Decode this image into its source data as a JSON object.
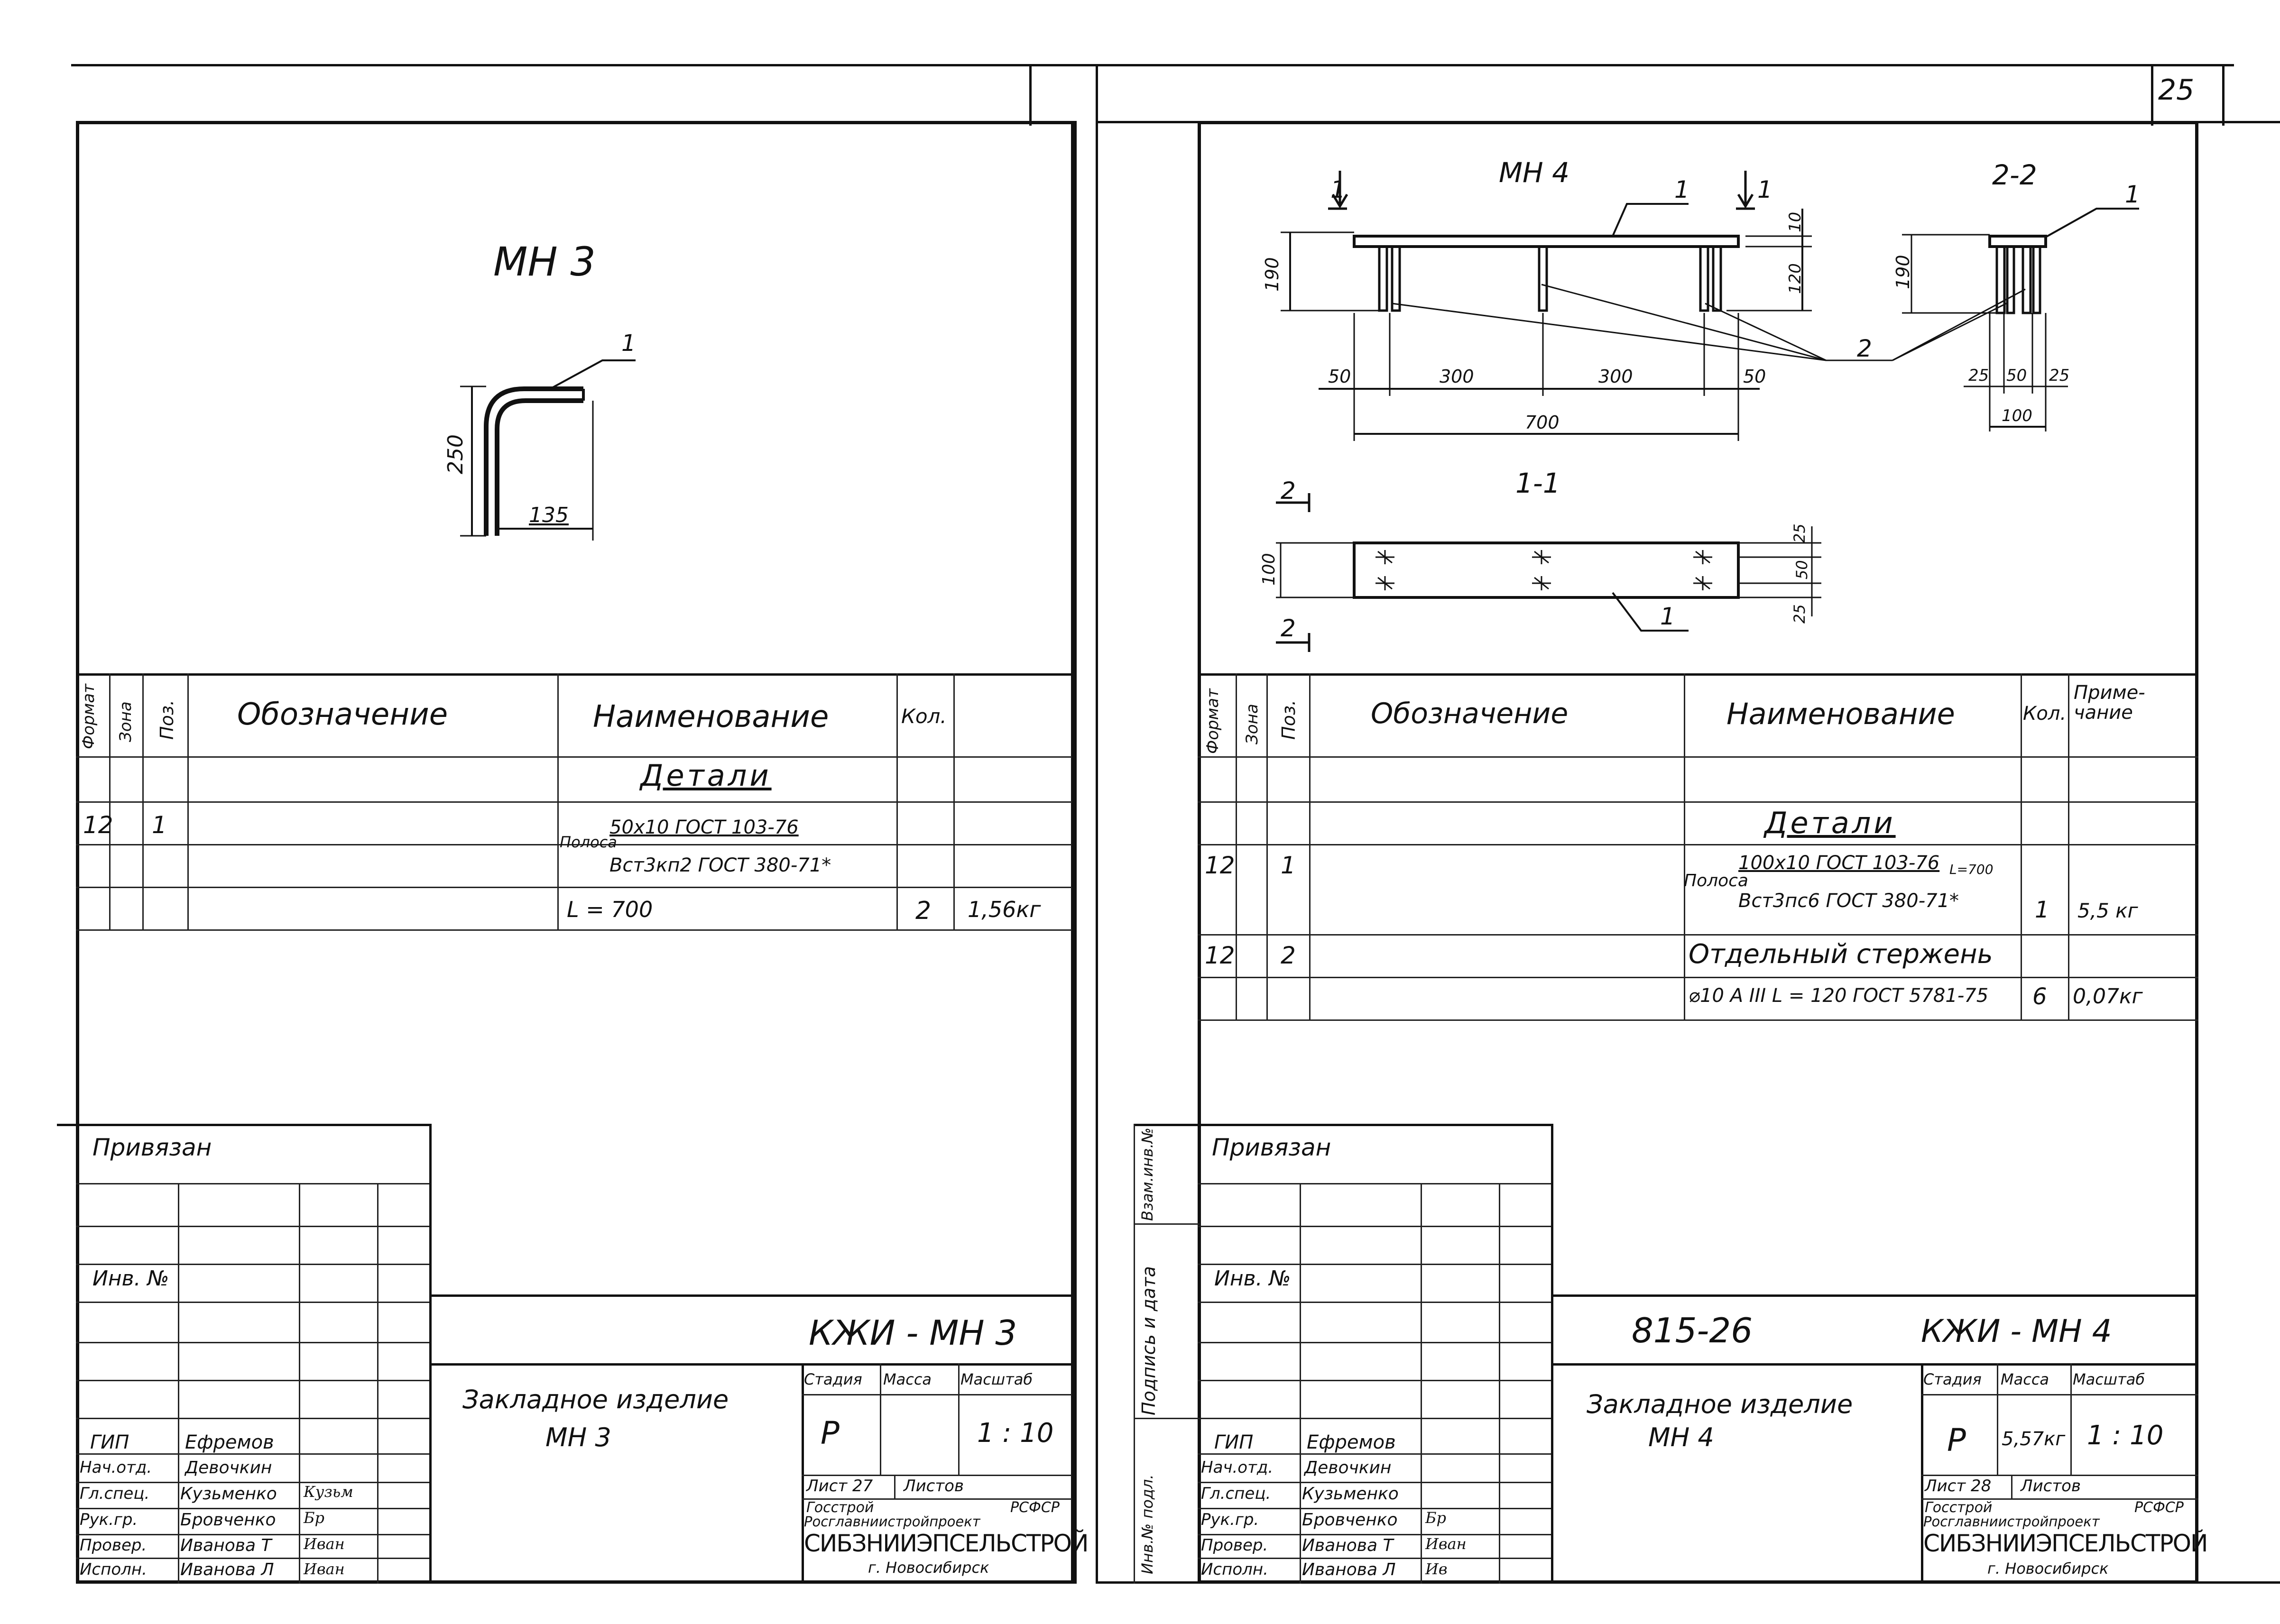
{
  "sheet_number": "25",
  "left": {
    "part_name": "МН 3",
    "drawing": {
      "pos": "1",
      "dim_height": "250",
      "dim_width": "135"
    },
    "spec": {
      "headers": {
        "format": "Формат",
        "zone": "Зона",
        "pos": "Поз.",
        "designation": "Обозначение",
        "name": "Наименование",
        "qty": "Кол."
      },
      "section": "Детали",
      "row": {
        "format": "12",
        "pos": "1",
        "name_prefix": "Полоса",
        "name_top": "50x10 ГОСТ 103-76",
        "name_bottom": "Вст3кп2 ГОСТ 380-71*",
        "length": "L = 700",
        "qty": "2",
        "mass": "1,56кг"
      }
    },
    "stamp": {
      "privyazan": "Привязан",
      "inv_no": "Инв. №",
      "code": "КЖИ - МН 3",
      "title_line1": "Закладное изделие",
      "title_line2": "МН 3",
      "stage_h": "Стадия",
      "mass_h": "Масса",
      "scale_h": "Масштаб",
      "stage": "Р",
      "mass": "",
      "scale": "1 : 10",
      "sheet": "Лист 27",
      "sheets": "Листов",
      "org1": "Госстрой",
      "org2": "РСФСР",
      "org3": "Росглавниистройпроект",
      "org4": "СИБЗНИИЭПСЕЛЬСТРОЙ",
      "org5": "г. Новосибирск",
      "staff": [
        {
          "role": "ГИП",
          "name": "Ефремов",
          "sign": ""
        },
        {
          "role": "Нач.отд.",
          "name": "Девочкин",
          "sign": ""
        },
        {
          "role": "Гл.спец.",
          "name": "Кузьменко",
          "sign": "Кузьм"
        },
        {
          "role": "Рук.гр.",
          "name": "Бровченко",
          "sign": "Бр"
        },
        {
          "role": "Провер.",
          "name": "Иванова Т",
          "sign": "Иван"
        },
        {
          "role": "Исполн.",
          "name": "Иванова Л",
          "sign": "Иван"
        }
      ]
    }
  },
  "right": {
    "part_name": "МН 4",
    "section_11": "1-1",
    "section_22": "2-2",
    "cut_marks": {
      "c1": "1",
      "c2": "2"
    },
    "dims": {
      "h190": "190",
      "h10": "10",
      "h120": "120",
      "h190b": "190",
      "s50a": "50",
      "s300a": "300",
      "s300b": "300",
      "s50b": "50",
      "total": "700",
      "r25a": "25",
      "r50": "50",
      "r25b": "25",
      "r100": "100",
      "p100": "100",
      "p25a": "25",
      "p50": "50",
      "p25b": "25"
    },
    "pos": {
      "p1": "1",
      "p2": "2"
    },
    "spec": {
      "headers": {
        "format": "Формат",
        "zone": "Зона",
        "pos": "Поз.",
        "designation": "Обозначение",
        "name": "Наименование",
        "qty": "Кол.",
        "note": "Приме-чание"
      },
      "section": "Детали",
      "row1": {
        "format": "12",
        "pos": "1",
        "name_prefix": "Полоса",
        "name_top": "100x10 ГОСТ 103-76",
        "length": "L=700",
        "name_bottom": "Вст3пс6 ГОСТ 380-71*",
        "qty": "1",
        "mass": "5,5 кг"
      },
      "row2": {
        "format": "12",
        "pos": "2",
        "name_top": "Отдельный  стержень",
        "name_bottom": "⌀10 А III  L = 120 ГОСТ 5781-75",
        "qty": "6",
        "mass": "0,07кг"
      }
    },
    "side_labels": {
      "a": "Взам.инв.№",
      "b": "Подпись и дата",
      "c": "Инв.№ подл."
    },
    "stamp": {
      "privyazan": "Привязан",
      "inv_no": "Инв. №",
      "series": "815-26",
      "code": "КЖИ - МН 4",
      "title_line1": "Закладное изделие",
      "title_line2": "МН 4",
      "stage_h": "Стадия",
      "mass_h": "Масса",
      "scale_h": "Масштаб",
      "stage": "Р",
      "mass": "5,57кг",
      "scale": "1 : 10",
      "sheet": "Лист 28",
      "sheets": "Листов",
      "org1": "Госстрой",
      "org2": "РСФСР",
      "org3": "Росглавниистройпроект",
      "org4": "СИБЗНИИЭПСЕЛЬСТРОЙ",
      "org5": "г. Новосибирск",
      "staff": [
        {
          "role": "ГИП",
          "name": "Ефремов",
          "sign": ""
        },
        {
          "role": "Нач.отд.",
          "name": "Девочкин",
          "sign": ""
        },
        {
          "role": "Гл.спец.",
          "name": "Кузьменко",
          "sign": ""
        },
        {
          "role": "Рук.гр.",
          "name": "Бровченко",
          "sign": "Бр"
        },
        {
          "role": "Провер.",
          "name": "Иванова Т",
          "sign": "Иван"
        },
        {
          "role": "Исполн.",
          "name": "Иванова Л",
          "sign": "Ив"
        }
      ]
    }
  }
}
